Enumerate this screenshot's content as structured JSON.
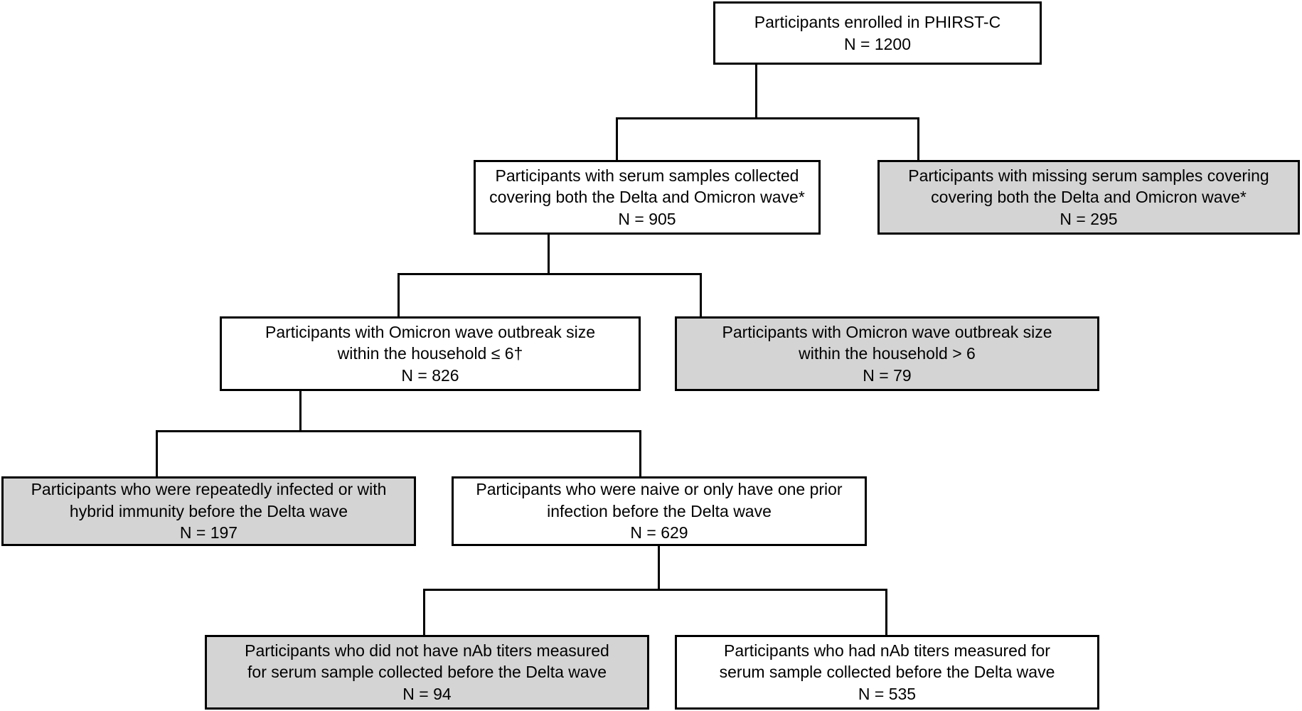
{
  "figure": {
    "type": "flowchart",
    "title": "Participant enrollment and exclusion flow diagram",
    "colors": {
      "box_fill_included": "#ffffff",
      "box_fill_excluded": "#d4d4d4",
      "border": "#000000",
      "text": "#000000"
    }
  },
  "nodes": {
    "enrolled": {
      "line1": "Participants enrolled in PHIRST-C",
      "line2": "N = 1200",
      "count": 1200,
      "shaded": false
    },
    "serum_present": {
      "line1": "Participants with serum samples collected",
      "line2": "covering both the Delta and Omicron wave*",
      "line3": "N = 905",
      "count": 905,
      "shaded": false
    },
    "serum_missing": {
      "line1": "Participants with missing serum samples covering",
      "line2": "covering both the Delta and Omicron wave*",
      "line3": "N = 295",
      "count": 295,
      "shaded": true
    },
    "outbreak_le6": {
      "line1": "Participants with Omicron wave outbreak size",
      "line2": "within the household ≤ 6†",
      "line3": "N = 826",
      "count": 826,
      "shaded": false
    },
    "outbreak_gt6": {
      "line1": "Participants with Omicron wave outbreak size",
      "line2": "within the household > 6",
      "line3": "N = 79",
      "count": 79,
      "shaded": true
    },
    "repeat_hybrid": {
      "line1": "Participants who were repeatedly infected or with",
      "line2": "hybrid immunity before the Delta wave",
      "line3": "N = 197",
      "count": 197,
      "shaded": true
    },
    "naive_one_prior": {
      "line1": "Participants who were naive or only have one prior",
      "line2": "infection before the Delta wave",
      "line3": "N = 629",
      "count": 629,
      "shaded": false
    },
    "nab_not_measured": {
      "line1": "Participants who did not have nAb titers measured",
      "line2": "for serum sample collected before the Delta wave",
      "line3": "N = 94",
      "count": 94,
      "shaded": true
    },
    "nab_measured": {
      "line1": "Participants who had nAb titers measured for",
      "line2": "serum sample collected before the Delta wave",
      "line3": "N = 535",
      "count": 535,
      "shaded": false
    }
  },
  "edges": [
    {
      "from": "enrolled",
      "to": "serum_present"
    },
    {
      "from": "enrolled",
      "to": "serum_missing"
    },
    {
      "from": "serum_present",
      "to": "outbreak_le6"
    },
    {
      "from": "serum_present",
      "to": "outbreak_gt6"
    },
    {
      "from": "outbreak_le6",
      "to": "repeat_hybrid"
    },
    {
      "from": "outbreak_le6",
      "to": "naive_one_prior"
    },
    {
      "from": "naive_one_prior",
      "to": "nab_not_measured"
    },
    {
      "from": "naive_one_prior",
      "to": "nab_measured"
    }
  ]
}
